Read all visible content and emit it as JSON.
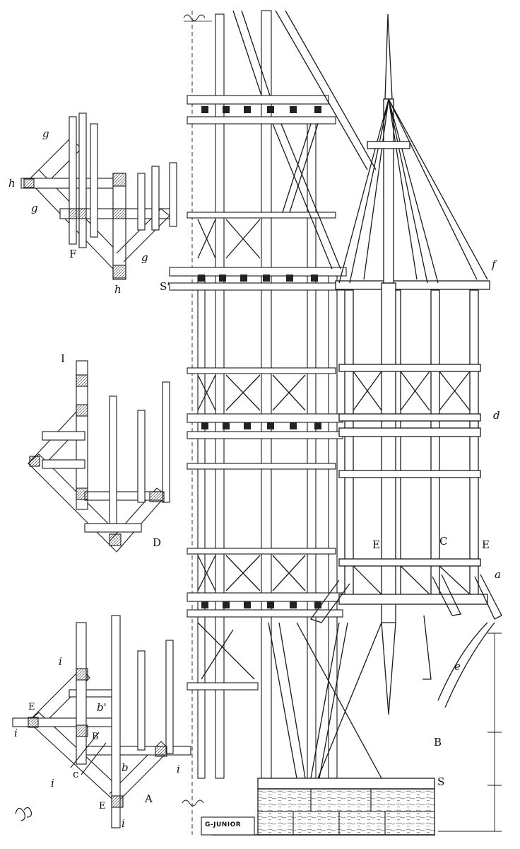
{
  "plate": {
    "signature": "G-JUNIOR",
    "monogram": "monogram"
  },
  "labels": {
    "elevation": {
      "f": "f",
      "S_prime": "S'",
      "d": "d",
      "E_left": "E",
      "C": "C",
      "E_right": "E",
      "a": "a",
      "e": "e",
      "B": "B",
      "S": "S"
    },
    "plan_F": {
      "g1": "g",
      "h1": "h",
      "g2": "g",
      "F": "F",
      "g3": "g",
      "h2": "h"
    },
    "plan_D": {
      "I": "I",
      "D": "D"
    },
    "plan_A": {
      "i1": "i",
      "E1": "E",
      "i2": "i",
      "b_prime": "b'",
      "B": "B",
      "i3": "i",
      "c": "c",
      "b": "b",
      "E2": "E",
      "A": "A",
      "i4": "i",
      "i5": "i"
    }
  }
}
